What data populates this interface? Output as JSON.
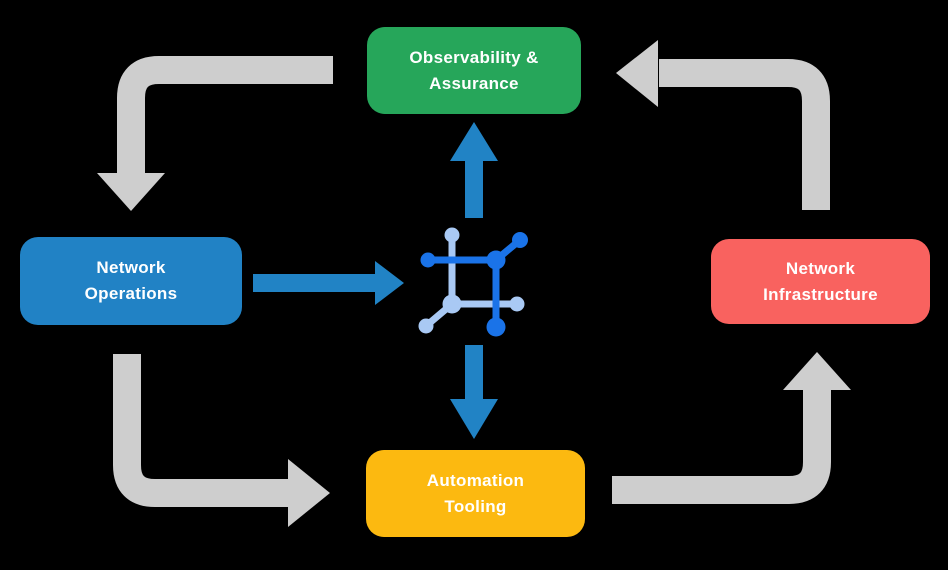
{
  "colors": {
    "background": "#000000",
    "green": "#26a65a",
    "blue": "#2182c5",
    "red": "#f9625f",
    "yellow": "#fcb910",
    "gray": "#cecece",
    "arrow_blue": "#2183c5",
    "icon_dark_blue": "#1a73e8",
    "icon_light_blue": "#a9c9f4",
    "text": "#ffffff"
  },
  "diagram": {
    "nodes": [
      {
        "id": "observability-assurance",
        "lines": [
          "Observability &",
          "Assurance"
        ],
        "color_key": "green"
      },
      {
        "id": "network-operations",
        "lines": [
          "Network",
          "Operations"
        ],
        "color_key": "blue"
      },
      {
        "id": "network-infrastructure",
        "lines": [
          "Network",
          "Infrastructure"
        ],
        "color_key": "red"
      },
      {
        "id": "automation-tooling",
        "lines": [
          "Automation",
          "Tooling"
        ],
        "color_key": "yellow"
      }
    ],
    "center_icon": "network-mesh-icon",
    "arrows": [
      {
        "from": "observability-assurance",
        "to": "network-operations",
        "style": "gray-elbow"
      },
      {
        "from": "network-operations",
        "to": "center-icon",
        "style": "blue-straight"
      },
      {
        "from": "center-icon",
        "to": "observability-assurance",
        "style": "blue-straight"
      },
      {
        "from": "center-icon",
        "to": "automation-tooling",
        "style": "blue-straight"
      },
      {
        "from": "network-operations",
        "to": "automation-tooling",
        "style": "gray-elbow"
      },
      {
        "from": "automation-tooling",
        "to": "network-infrastructure",
        "style": "gray-elbow"
      },
      {
        "from": "network-infrastructure",
        "to": "observability-assurance",
        "style": "gray-elbow"
      }
    ]
  }
}
